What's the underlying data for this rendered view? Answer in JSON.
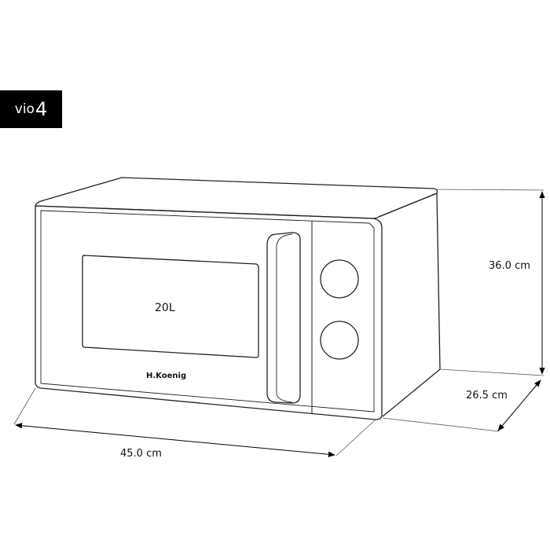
{
  "badge": {
    "prefix": "vio",
    "number": "4"
  },
  "product": {
    "brand": "H.Koenig",
    "capacity": "20L"
  },
  "dimensions": {
    "height": "36.0 cm",
    "depth": "26.5 cm",
    "width": "45.0 cm"
  }
}
